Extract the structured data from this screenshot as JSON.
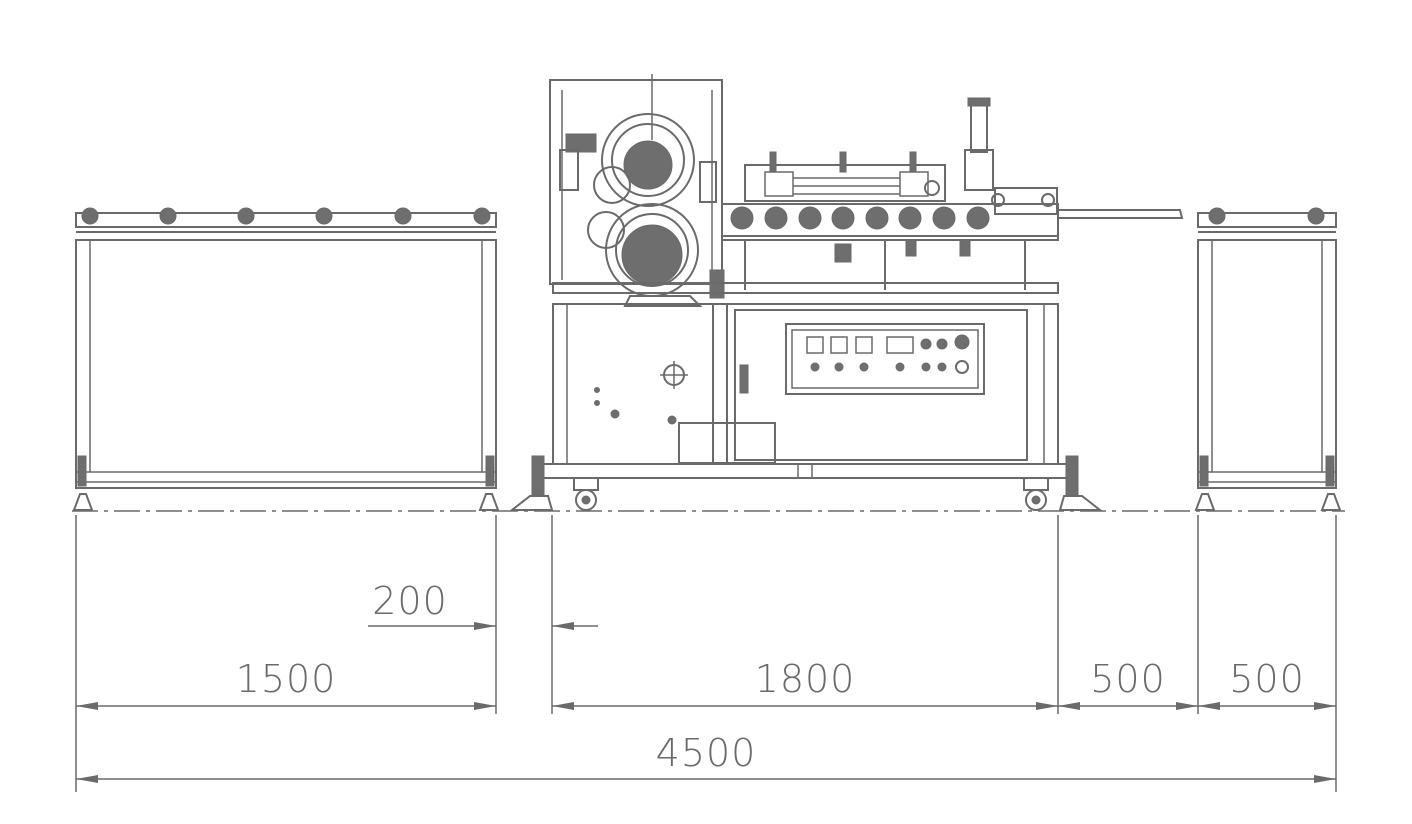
{
  "dimensions": {
    "left_table_width": "1500",
    "gap_width": "200",
    "main_machine_width": "1800",
    "right_gap_width": "500",
    "right_table_width": "500",
    "overall_width": "4500"
  },
  "colors": {
    "line": "#6a6a6a",
    "background": "#ffffff"
  }
}
